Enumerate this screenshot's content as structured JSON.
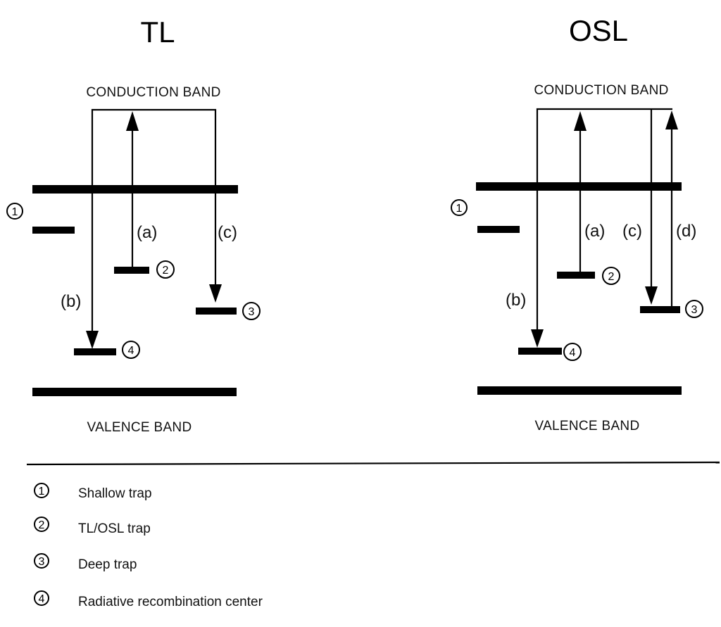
{
  "panels": {
    "tl": {
      "title": "TL",
      "conduction_label": "CONDUCTION BAND",
      "valence_label": "VALENCE BAND",
      "transitions": {
        "a": "(a)",
        "b": "(b)",
        "c": "(c)"
      }
    },
    "osl": {
      "title": "OSL",
      "conduction_label": "CONDUCTION BAND",
      "valence_label": "VALENCE BAND",
      "transitions": {
        "a": "(a)",
        "b": "(b)",
        "c": "(c)",
        "d": "(d)"
      }
    }
  },
  "markers": [
    "1",
    "2",
    "3",
    "4"
  ],
  "legend": [
    {
      "num": "1",
      "text": "Shallow trap"
    },
    {
      "num": "2",
      "text": "TL/OSL trap"
    },
    {
      "num": "3",
      "text": "Deep trap"
    },
    {
      "num": "4",
      "text": "Radiative recombination center"
    }
  ]
}
